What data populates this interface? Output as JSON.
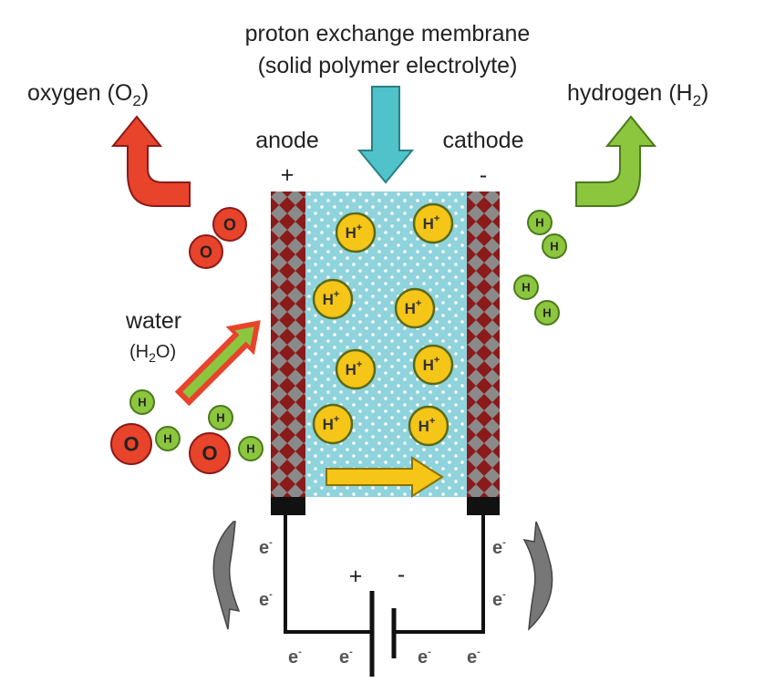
{
  "title": {
    "line1": "proton exchange membrane",
    "line2": "(solid polymer electrolyte)"
  },
  "oxygen_label": {
    "prefix": "oxygen (O",
    "sub": "2",
    "suffix": ")"
  },
  "hydrogen_label": {
    "prefix": "hydrogen (H",
    "sub": "2",
    "suffix": ")"
  },
  "anode": {
    "label": "anode",
    "sign": "+"
  },
  "cathode": {
    "label": "cathode",
    "sign": "-"
  },
  "water_label": {
    "line1": "water",
    "prefix": "(H",
    "sub": "2",
    "suffix": "O)"
  },
  "proton": {
    "symbol": "H",
    "charge": "+"
  },
  "oxygen_atom": "O",
  "hydrogen_atom": "H",
  "electron": {
    "symbol": "e",
    "charge": "-"
  },
  "battery": {
    "plus": "+",
    "minus": "-"
  },
  "colors": {
    "electrode_red": "#8b1a1a",
    "electrode_grey": "#888888",
    "membrane": "#8fd3dc",
    "proton": "#f5c518",
    "oxygen": "#e8432b",
    "hydrogen": "#8cc63f",
    "arrow_cyan": "#4fc3c9"
  }
}
